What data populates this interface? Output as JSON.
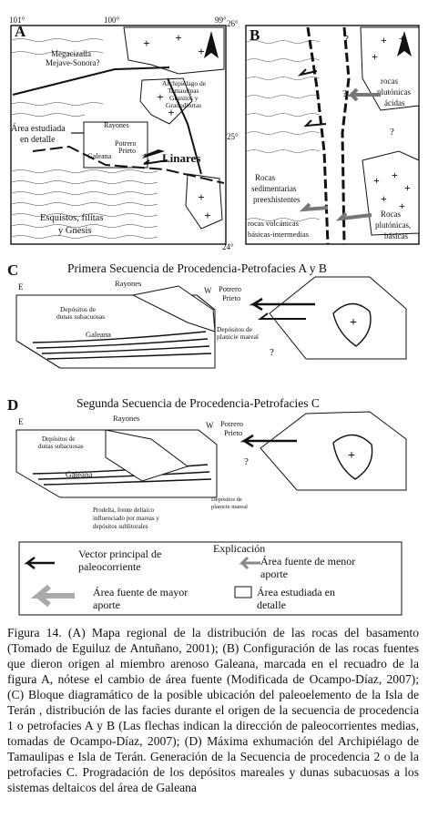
{
  "figure": {
    "panel_a": {
      "letter": "A",
      "lon_labels": [
        "101°",
        "100°",
        "99°"
      ],
      "lat_labels": [
        "26°",
        "25°",
        "24°"
      ],
      "north": "N",
      "megacizalla": "Megacizalla",
      "mojave": "Mejave-Sonora?",
      "archipielago": [
        "Archipiélago de",
        "Tamaulipas",
        "Granitos y",
        "Granodiortas"
      ],
      "area_estudiada": [
        "Área estudiada",
        "en detalle"
      ],
      "rayones": "Rayones",
      "potrero": [
        "Potrero",
        "Prieto"
      ],
      "galeana": "Galeana",
      "linares": "Linares",
      "esquistos": [
        "Esquistos, filitas",
        "y Gnesis"
      ]
    },
    "panel_b": {
      "letter": "B",
      "north": "N",
      "rocas_plutonicas_acidas": [
        "rocas",
        "plutónicas",
        "ácidas"
      ],
      "rocas_sedimentarias": [
        "Rocas",
        "sedimentarias",
        "preexhistentes"
      ],
      "rocas_volcanicas": [
        "rocas volcánicas",
        "básicas-intermedias"
      ],
      "rocas_plutonicas_basicas": [
        "Rocas",
        "plutónicas,",
        "básicas"
      ],
      "question": "?"
    },
    "panel_c": {
      "letter": "C",
      "title": "Primera Secuencia de Procedencia-Petrofacies A y B",
      "e": "E",
      "w": "W",
      "rayones": "Rayones",
      "dunas": [
        "Depósitos de",
        "dunas subacuosas"
      ],
      "galeana": "Galeana",
      "potrero": [
        "Potrero",
        "Prieto"
      ],
      "planicie": [
        "Depósitos de",
        "planicie mareal"
      ],
      "question": "?"
    },
    "panel_d": {
      "letter": "D",
      "title": "Segunda Secuencia de Procedencia-Petrofacies C",
      "e": "E",
      "w": "W",
      "rayones": "Rayones",
      "dunas": [
        "Depósitos de",
        "dunas subacuosas"
      ],
      "galeana": "Galeana",
      "potrero": [
        "Potrero",
        "Prieto"
      ],
      "planicie": [
        "Depósitos de",
        "planicie mareal"
      ],
      "prodelta": [
        "Prodelta, frente deltaico",
        "influenciado por mareas y",
        "depósitos sublitorales"
      ],
      "question": "?"
    },
    "legend": {
      "title": "Explicación",
      "vector": [
        "Vector principal de",
        "paleocorriente"
      ],
      "menor": [
        "Área fuente de menor",
        "aporte"
      ],
      "mayor": [
        "Área fuente de mayor",
        "aporte"
      ],
      "estudiada": [
        "Área estudiada en",
        "detalle"
      ]
    }
  },
  "caption": "Figura 14. (A) Mapa regional de la distribución de las rocas del basamento (Tomado de Eguiluz de Antuñano, 2001); (B) Configuración de las rocas fuentes que dieron origen al miembro arenoso Galeana, marcada en el recuadro de la figura A, nótese el cambio de área fuente (Modificada de Ocampo-Díaz, 2007); (C) Bloque diagramático de la posible ubicación del paleoelemento de la Isla de Terán , distribución de las facies durante el origen de la secuencia de procedencia 1 o petrofacies A y B (Las flechas indican la dirección de paleocorrientes medias, tomadas de Ocampo-Díaz, 2007); (D) Máxima exhumación del Archipiélago de Tamaulipas e Isla de Terán. Generación de la Secuencia de procedencia 2 o de la petrofacies C. Progradación de los depósitos mareales y dunas subacuosas a los sistemas deltaicos del área de Galeana"
}
